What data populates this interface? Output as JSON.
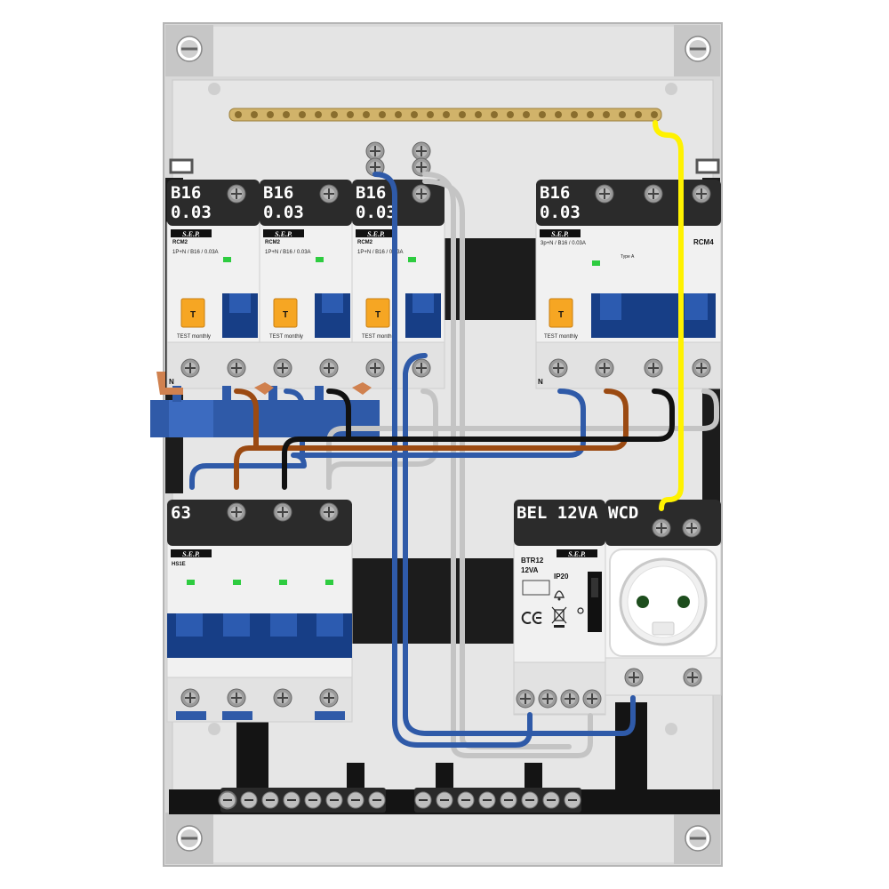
{
  "colors": {
    "enclosure": "#d8d8d8",
    "plate": "#e6e6e6",
    "rail": "#1c1c1c",
    "breaker_body": "#f1f1f1",
    "toggle_blue": "#173e86",
    "test_button": "#f6a623",
    "led_green": "#2ecc40",
    "wire_blue": "#2f5aa8",
    "wire_brown": "#9b4a12",
    "wire_black": "#111111",
    "wire_grey": "#c4c4c4",
    "wire_yellow": "#fff200",
    "busbar_brass": "#d1b36a"
  },
  "rcbo_modules": [
    {
      "rating": "B16",
      "sensitivity": "0.03",
      "brand": "S.E.P.",
      "model": "RCM2",
      "spec": "1P+N / B16 / 0.03A",
      "test_label": "TEST monthly",
      "neutral_mark": "N"
    },
    {
      "rating": "B16",
      "sensitivity": "0.03",
      "brand": "S.E.P.",
      "model": "RCM2",
      "spec": "1P+N / B16 / 0.03A",
      "test_label": "TEST monthly",
      "neutral_mark": ""
    },
    {
      "rating": "B16",
      "sensitivity": "0.03",
      "brand": "S.E.P.",
      "model": "RCM2",
      "spec": "1P+N / B16 / 0.03A",
      "test_label": "TEST monthly",
      "neutral_mark": ""
    }
  ],
  "rcm4": {
    "rating": "B16",
    "sensitivity": "0.03",
    "brand": "S.E.P.",
    "spec": "3p+N / B16 / 0.03A",
    "model": "RCM4",
    "test_label": "TEST monthly",
    "neutral_mark": "N",
    "type_text": "Type A"
  },
  "main_switch": {
    "rating": "63",
    "brand": "S.E.P.",
    "model": "HS1E"
  },
  "bell_transformer": {
    "label": "BEL 12VA",
    "brand": "S.E.P.",
    "model": "BTR12",
    "rating": "12VA",
    "ip": "IP20"
  },
  "socket": {
    "label": "WCD"
  }
}
